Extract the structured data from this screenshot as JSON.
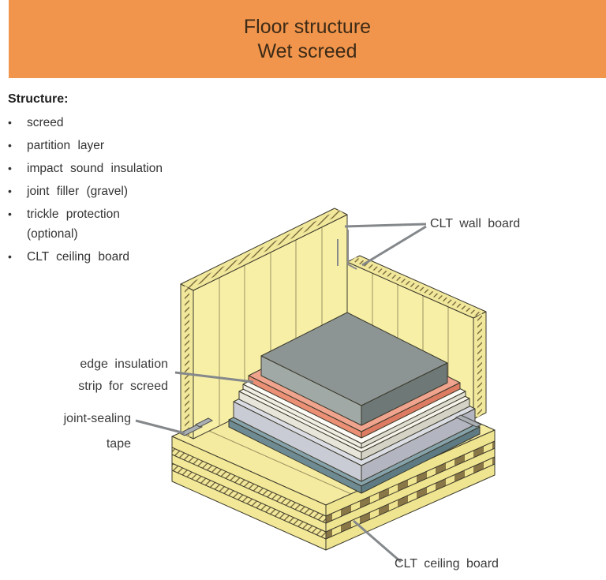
{
  "header": {
    "title_line1": "Floor structure",
    "title_line2": "Wet screed"
  },
  "structure": {
    "heading": "Structure:",
    "bullet": "•",
    "items": [
      "screed",
      "partition layer",
      "impact sound insulation",
      "joint filler (gravel)",
      "trickle protection",
      "CLT ceiling board"
    ],
    "optional_note": "(optional)"
  },
  "diagram": {
    "labels": {
      "wall_board": "CLT wall board",
      "edge_line1": "edge insulation",
      "edge_line2": "strip for screed",
      "joint_line1": "joint-sealing",
      "joint_line2": "tape",
      "ceiling_board": "CLT ceiling board"
    }
  },
  "colors": {
    "header_bg": "#F2954C",
    "header_text": "#3D2B17",
    "wood_light": "#F7EFA6",
    "wood_cross": "#F2E89B",
    "wood_slab_top": "#F5EBA0",
    "wood_slab_left": "#F2E897",
    "wood_slab_right": "#EFE48F",
    "hatch": "#6D5D33",
    "outline": "#3B392C",
    "screed_top": "#8C9593",
    "screed_left": "#A0A9A6",
    "screed_right": "#6E7876",
    "salmon_top": "#F0A38D",
    "salmon_left": "#EB8F75",
    "salmon_right": "#DD7C62",
    "white1_top": "#FCFBF5",
    "white2_top": "#F5F3EA",
    "gray_top": "#DBDDE4",
    "gray_left": "#CACCD5",
    "gray_right": "#B3B5C0",
    "teal_top": "#85A1A9",
    "teal_left": "#6E8B93",
    "teal_right": "#5E7A83",
    "tape": "#A9AFB2",
    "pointer": "#84888B"
  }
}
